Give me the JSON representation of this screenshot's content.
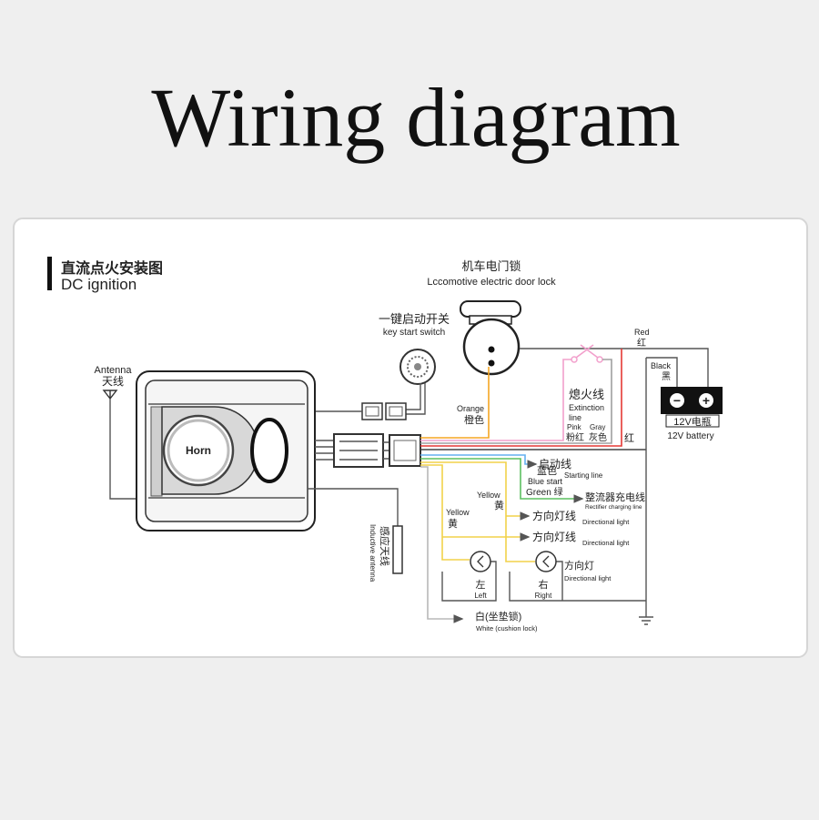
{
  "title": "Wiring diagram",
  "header": {
    "title_zh": "直流点火安装图",
    "title_en": "DC ignition"
  },
  "door_lock": {
    "label_zh": "机车电门锁",
    "label_en": "Lccomotive electric door lock"
  },
  "key_switch": {
    "label_zh": "一键启动开关",
    "label_en": "key start switch"
  },
  "antenna": {
    "label_en": "Antenna",
    "label_zh": "天线"
  },
  "alarm_unit": {
    "horn_label": "Horn"
  },
  "inductive_antenna": {
    "label_zh": "感应天线",
    "label_en": "Inductive antenna"
  },
  "battery": {
    "minus": "−",
    "plus": "+",
    "label_zh": "12V电瓶",
    "label_en": "12V battery"
  },
  "wires": {
    "red": {
      "label_en": "Red",
      "label_zh": "红"
    },
    "black": {
      "label_en": "Black",
      "label_zh": "黑"
    },
    "extinction": {
      "label_zh": "熄火线",
      "label_en_1": "Extinction",
      "label_en_2": "line"
    },
    "orange": {
      "label_en": "Orange",
      "label_zh": "橙色"
    },
    "pink": {
      "label_en": "Pink",
      "label_zh": "粉红"
    },
    "gray": {
      "label_en": "Gray",
      "label_zh": "灰色"
    },
    "red_bundle": {
      "label_zh": "红"
    },
    "starting": {
      "label_zh": "启动线",
      "label_en": "Starting line"
    },
    "blue": {
      "label_zh": "蓝色",
      "label_en": "Blue start"
    },
    "green": {
      "label": "Green 绿"
    },
    "rectifier": {
      "label_zh": "整流器充电线",
      "label_en": "Rectifier charging line"
    },
    "yellow_1": {
      "label_en": "Yellow",
      "label_zh": "黄"
    },
    "yellow_2": {
      "label_en": "Yellow",
      "label_zh": "黄"
    },
    "directional_line_1": {
      "label_zh": "方向灯线",
      "label_en": "Directional light"
    },
    "directional_line_2": {
      "label_zh": "方向灯线",
      "label_en": "Directional light"
    },
    "white": {
      "label_zh": "白(坐垫锁)",
      "label_en": "White (cushion lock)"
    }
  },
  "lights": {
    "title_zh": "方向灯",
    "title_en": "Directional light",
    "left": {
      "label_zh": "左",
      "label_en": "Left"
    },
    "right": {
      "label_zh": "右",
      "label_en": "Right"
    }
  },
  "colors": {
    "orange": "#f5a623",
    "pink": "#f2a0cc",
    "gray": "#a0a0a0",
    "red": "#e53935",
    "blue": "#64b0f0",
    "green": "#5cbf60",
    "yellow": "#f2d24a",
    "white": "#b8b8b8",
    "black": "#444444"
  }
}
